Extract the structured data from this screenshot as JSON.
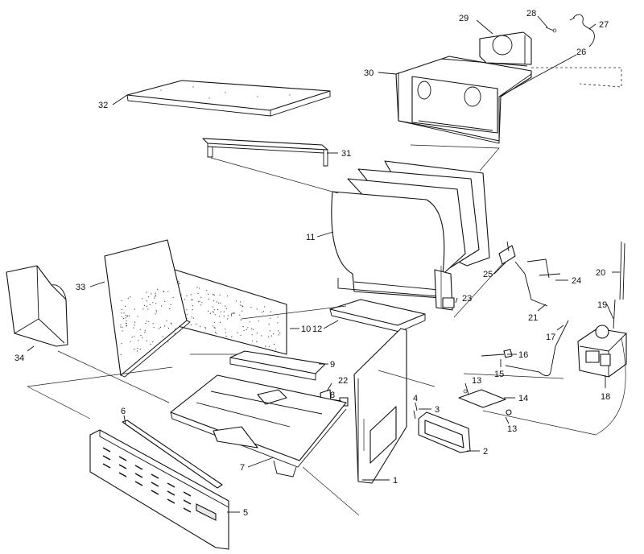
{
  "callouts": [
    "1",
    "2",
    "3",
    "4",
    "5",
    "6",
    "7",
    "8",
    "9",
    "10",
    "11",
    "12",
    "13",
    "13",
    "14",
    "15",
    "16",
    "17",
    "18",
    "19",
    "20",
    "21",
    "22",
    "23",
    "24",
    "25",
    "26",
    "27",
    "28",
    "29",
    "30",
    "31",
    "32",
    "33",
    "34"
  ],
  "colors": {
    "line": "#111111",
    "background": "#ffffff",
    "shade": "#e9e9e9"
  }
}
